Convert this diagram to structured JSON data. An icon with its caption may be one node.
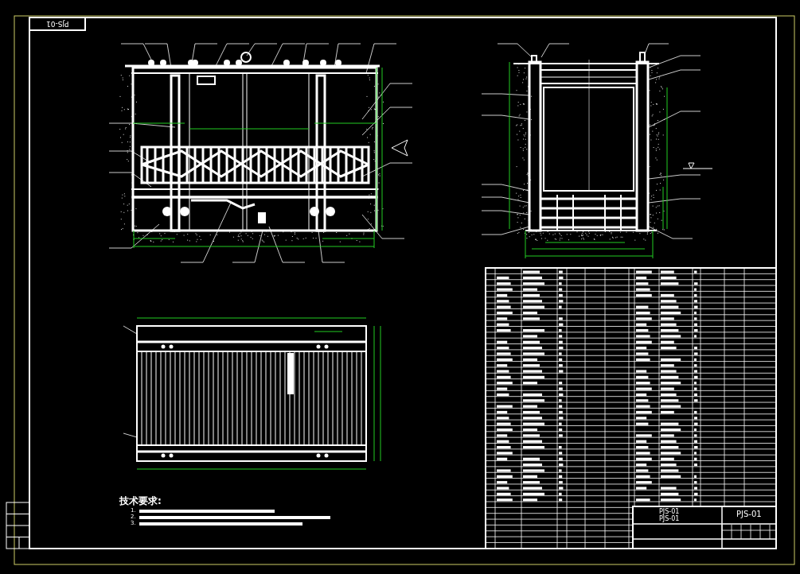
{
  "diagram": {
    "labels": [
      "PJS-01",
      "技术要求:",
      "1.",
      "2.",
      "3.",
      "PJS-01",
      "PJS-01",
      "PJS-01"
    ]
  }
}
